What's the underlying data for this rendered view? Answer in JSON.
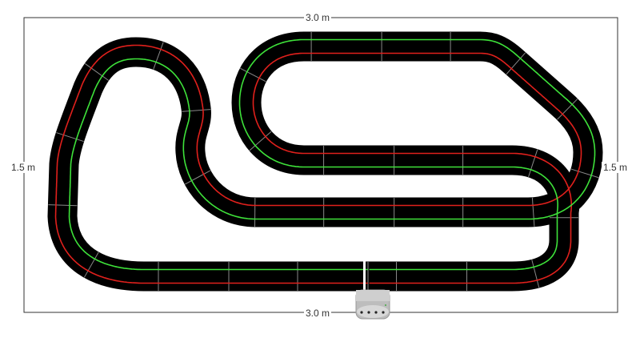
{
  "dimensions": {
    "top_width": "3.0 m",
    "bottom_width": "3.0 m",
    "left_height": "1.5 m",
    "right_height": "1.5 m"
  },
  "colors": {
    "track": "#000000",
    "lane_left": "#e0201c",
    "lane_right": "#3ee23a",
    "segment_joint": "#8a8a8a",
    "start_line": "#ffffff"
  }
}
